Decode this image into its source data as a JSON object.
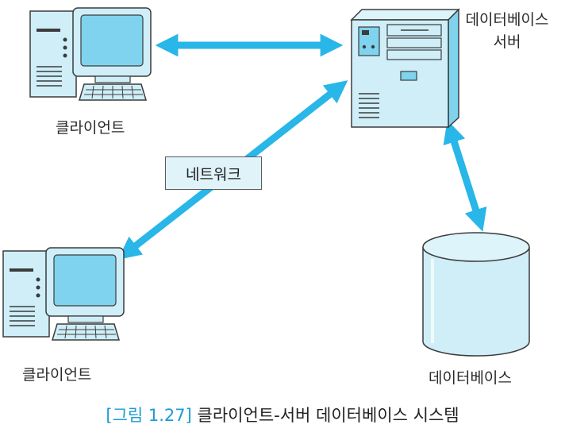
{
  "labels": {
    "client_top": "클라이언트",
    "client_bottom": "클라이언트",
    "server_line1": "데이터베이스",
    "server_line2": "서버",
    "network": "네트워크",
    "database": "데이터베이스"
  },
  "caption": {
    "figure": "[그림 1.27]",
    "text": "클라이언트-서버 데이터베이스 시스템"
  },
  "colors": {
    "arrow": "#29b6e8",
    "device_fill": "#cfeef8",
    "device_screen": "#7fd3ee",
    "outline": "#3c3c3c",
    "caption_figure": "#1a9bd6"
  },
  "icons": [
    "client-computer-icon",
    "server-icon",
    "database-cylinder-icon",
    "double-arrow-icon"
  ]
}
